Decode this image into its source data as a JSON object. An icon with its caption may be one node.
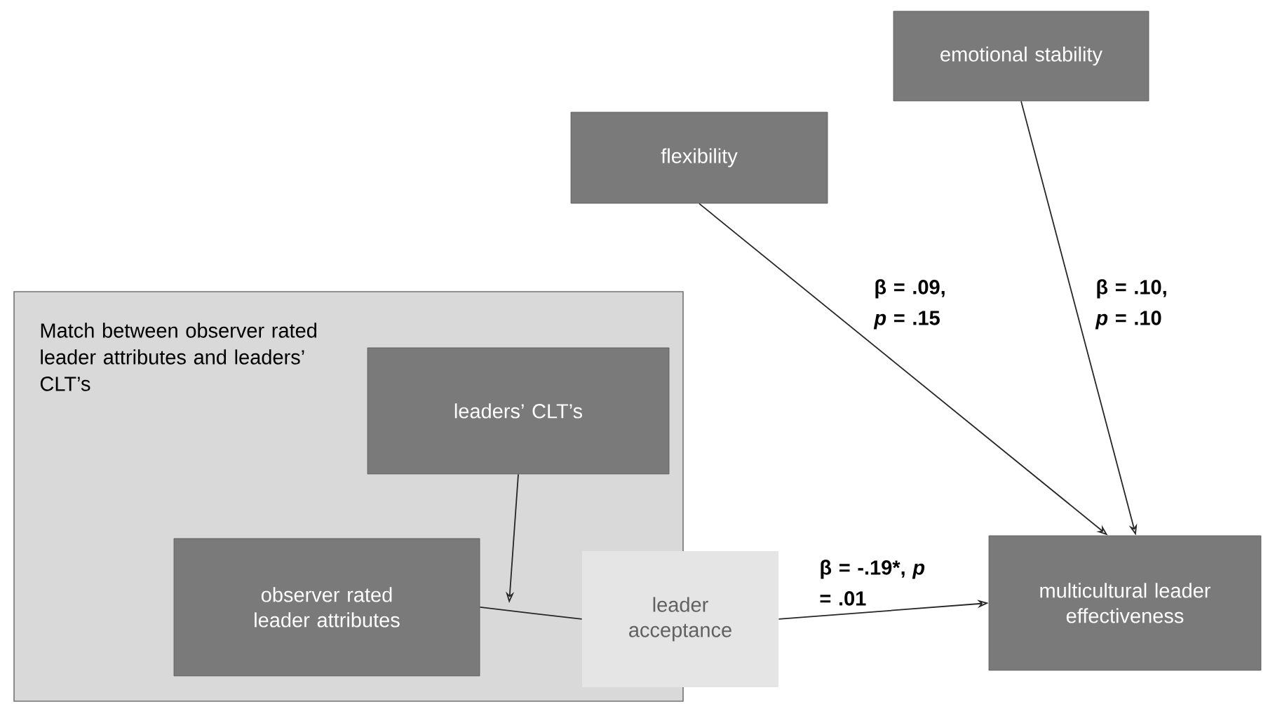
{
  "diagram": {
    "nodes": [
      {
        "text": [
          "flexibility"
        ]
      },
      {
        "text": [
          "emotional stability"
        ]
      },
      {
        "text": [
          "Match between observer rated leader attributes and leaders’ CLT’s"
        ]
      },
      {
        "text": [
          "leaders’ CLT’s"
        ],
        "in": 2
      },
      {
        "text": [
          "observer rated leader attributes"
        ],
        "in": 2
      },
      {
        "text": [
          "leader acceptance"
        ]
      },
      {
        "text": [
          "multicultural leader effectiveness"
        ]
      }
    ],
    "edges": [
      {
        "from": 3,
        "to": null,
        "arrow": "to"
      },
      {
        "from": 4,
        "to": 5,
        "arrow": "none"
      },
      {
        "from": 5,
        "to": 6,
        "arrow": "to",
        "label": "β = -.19*, *p* = .01"
      },
      {
        "from": 0,
        "to": 6,
        "arrow": "to",
        "label": "β = .09, *p* = .15"
      },
      {
        "from": 1,
        "to": 6,
        "arrow": "to",
        "label": "β = .10, *p* = .10"
      }
    ]
  }
}
